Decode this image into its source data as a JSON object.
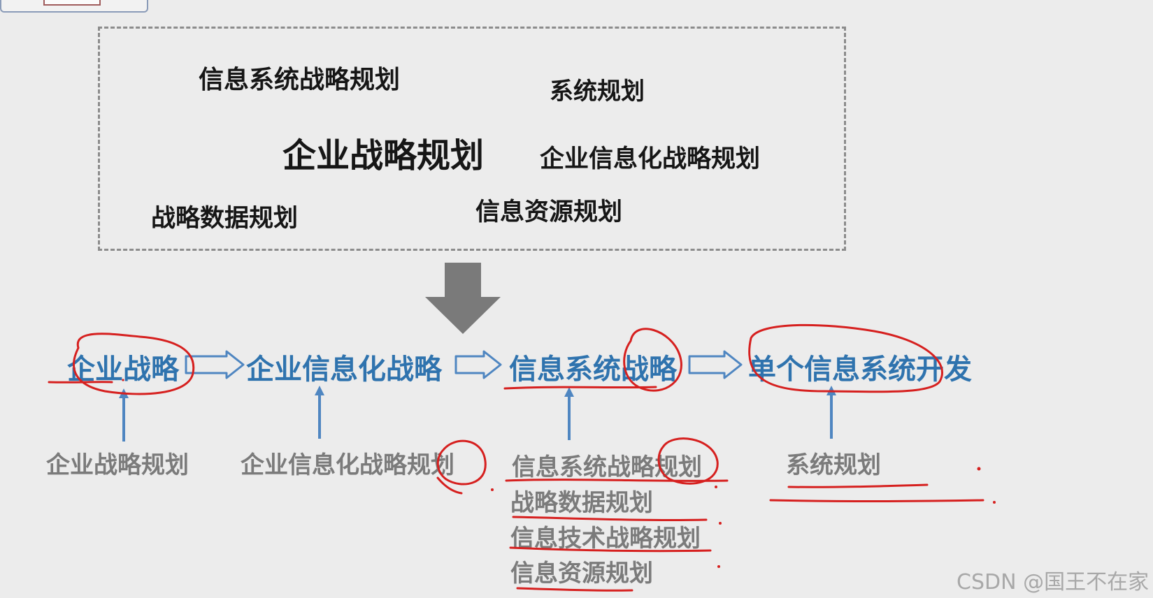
{
  "top_terms": {
    "info_system_strategic_planning": "信息系统战略规划",
    "system_planning": "系统规划",
    "enterprise_strategic_planning": "企业战略规划",
    "enterprise_informatization_strategic_planning": "企业信息化战略规划",
    "strategic_data_planning": "战略数据规划",
    "info_resource_planning": "信息资源规划"
  },
  "flow": {
    "step1": "企业战略",
    "step2": "企业信息化战略",
    "step3": "信息系统战略",
    "step4": "单个信息系统开发"
  },
  "sources": {
    "s1": "企业战略规划",
    "s2": "企业信息化战略规划",
    "s3_list": [
      "信息系统战略规划",
      "战略数据规划",
      "信息技术战略规划",
      "信息资源规划"
    ],
    "s4": "系统规划"
  },
  "watermark": "CSDN @国王不在家",
  "colors": {
    "flow_text": "#2f73ae",
    "arrow_blue": "#4f86c1",
    "big_arrow": "#7a7a7a",
    "annotation_red": "#d6201f"
  }
}
